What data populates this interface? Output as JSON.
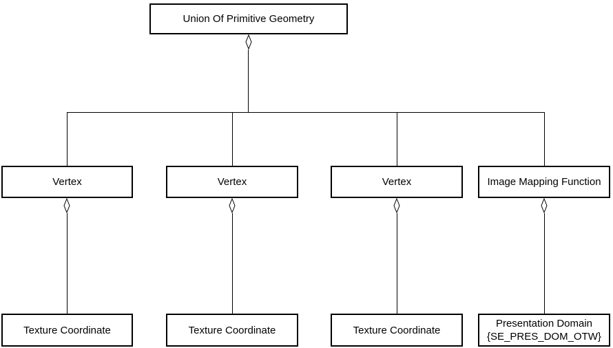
{
  "diagram": {
    "title": "Union Of Primitive Geometry aggregation diagram",
    "relationship_type": "aggregation (hollow diamond)",
    "colors": {
      "background": "#ffffff",
      "line": "#000000",
      "text": "#000000",
      "box_fill": "#ffffff"
    },
    "root": {
      "label": "Union Of Primitive Geometry"
    },
    "children": [
      {
        "label": "Vertex"
      },
      {
        "label": "Vertex"
      },
      {
        "label": "Vertex"
      },
      {
        "label": "Image Mapping Function"
      }
    ],
    "leaves": [
      {
        "label": "Texture Coordinate",
        "sublabel": ""
      },
      {
        "label": "Texture Coordinate",
        "sublabel": ""
      },
      {
        "label": "Texture Coordinate",
        "sublabel": ""
      },
      {
        "label": "Presentation Domain",
        "sublabel": "{SE_PRES_DOM_OTW}"
      }
    ],
    "edges": [
      {
        "from": "Union Of Primitive Geometry",
        "to": "Vertex (1)",
        "type": "aggregation"
      },
      {
        "from": "Union Of Primitive Geometry",
        "to": "Vertex (2)",
        "type": "aggregation"
      },
      {
        "from": "Union Of Primitive Geometry",
        "to": "Vertex (3)",
        "type": "aggregation"
      },
      {
        "from": "Union Of Primitive Geometry",
        "to": "Image Mapping Function",
        "type": "aggregation"
      },
      {
        "from": "Vertex (1)",
        "to": "Texture Coordinate (1)",
        "type": "aggregation"
      },
      {
        "from": "Vertex (2)",
        "to": "Texture Coordinate (2)",
        "type": "aggregation"
      },
      {
        "from": "Vertex (3)",
        "to": "Texture Coordinate (3)",
        "type": "aggregation"
      },
      {
        "from": "Image Mapping Function",
        "to": "Presentation Domain {SE_PRES_DOM_OTW}",
        "type": "aggregation"
      }
    ]
  }
}
